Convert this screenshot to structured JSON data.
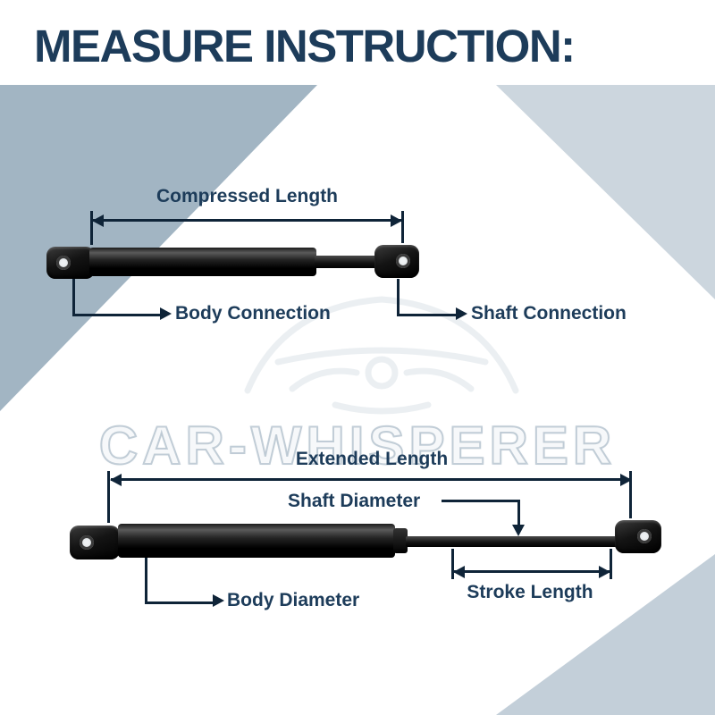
{
  "title": "MEASURE INSTRUCTION:",
  "watermark": {
    "text": "CAR-WHISPERER"
  },
  "colors": {
    "title_navy": "#1d3c5a",
    "line_dark": "#0f2438",
    "band_medium": "#a2b5c3",
    "band_light": "#ccd6de",
    "strut_black": "#000000"
  },
  "compressed_diagram": {
    "length_label": "Compressed Length",
    "body_connection_label": "Body Connection",
    "shaft_connection_label": "Shaft Connection"
  },
  "extended_diagram": {
    "length_label": "Extended Length",
    "shaft_diameter_label": "Shaft Diameter",
    "stroke_length_label": "Stroke Length",
    "body_diameter_label": "Body Diameter"
  }
}
